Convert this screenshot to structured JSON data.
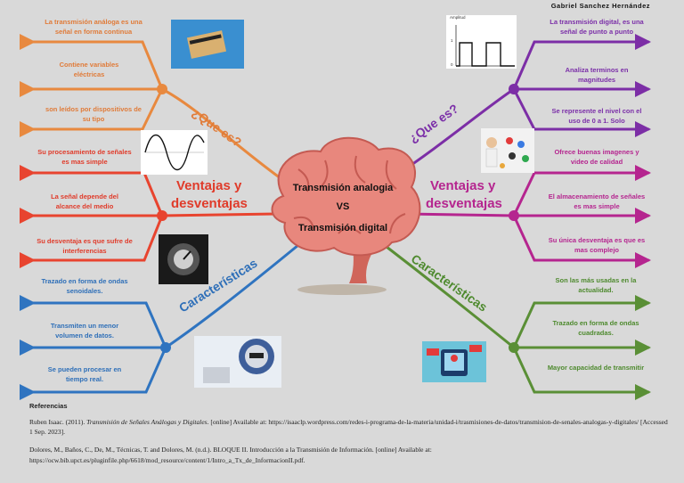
{
  "author": "Gabriel Sanchez Hernández",
  "center": {
    "line1": "Transmisión analogia",
    "line2": "VS",
    "line3": "Transmisión digital"
  },
  "left": {
    "que_es": {
      "label": "¿Que es?",
      "items": [
        "La transmisión análoga es una señal en forma continua",
        "Contiene variables eléctricas",
        "son leídos por dispositivos de su tipo"
      ]
    },
    "ventajas": {
      "label_1": "Ventajas y",
      "label_2": "desventajas",
      "items": [
        "Su procesamiento de señales es mas simple",
        "La señal depende del alcance del medio",
        "Su desventaja es que sufre de interferencias"
      ]
    },
    "caracteristicas": {
      "label": "Características",
      "items": [
        "Trazado en forma de ondas senoidales.",
        "Transmiten un menor volumen de datos.",
        "Se pueden procesar en tiempo real."
      ]
    }
  },
  "right": {
    "que_es": {
      "label": "¿Que es?",
      "items": [
        "La transmisión digital, es una señal de punto a punto",
        "Analiza terminos en magnitudes",
        "Se represente el nivel con el uso de 0 a 1. Solo"
      ]
    },
    "ventajas": {
      "label_1": "Ventajas y",
      "label_2": "desventajas",
      "items": [
        "Ofrece buenas imagenes y video de calidad",
        "El almacenamiento de señales es mas simple",
        "Su única desventaja es que es mas complejo"
      ]
    },
    "caracteristicas": {
      "label": "Características",
      "items": [
        "Son las más usadas en la actualidad.",
        "Trazado en forma de ondas cuadradas.",
        "Mayor capacidad de transmitir"
      ]
    }
  },
  "square_wave_label": "Amplitud",
  "square_wave_tick_1": "1",
  "square_wave_tick_0": "0",
  "references": {
    "title": "Referencias",
    "ref1_prefix": "Ruben Isaac. (2011). ",
    "ref1_title": "Transmisión de Señales Análogas y Digitales",
    "ref1_rest": ". [online] Available at: https://isaaclp.wordpress.com/redes-i-programa-de-la-materia/unidad-i/trasmisiones-de-datos/transmision-de-senales-analogas-y-digitales/ [Accessed 1 Sep. 2023].",
    "ref2": "Dolores, M., Baños, C., De, M., Técnicas, T. and Dolores, M. (n.d.). BLOQUE II. Introducción a la Transmisión de Información. [online] Available at: https://ocw.bib.upct.es/pluginfile.php/6618/mod_resource/content/1/Intro_a_Tx_de_InformacionII.pdf."
  },
  "colors": {
    "orange": "#e8893f",
    "red": "#e8442f",
    "blue": "#2f74c0",
    "purple": "#7c2ea6",
    "magenta": "#b5258f",
    "green": "#5a8f36",
    "brain": "#e8877d"
  }
}
